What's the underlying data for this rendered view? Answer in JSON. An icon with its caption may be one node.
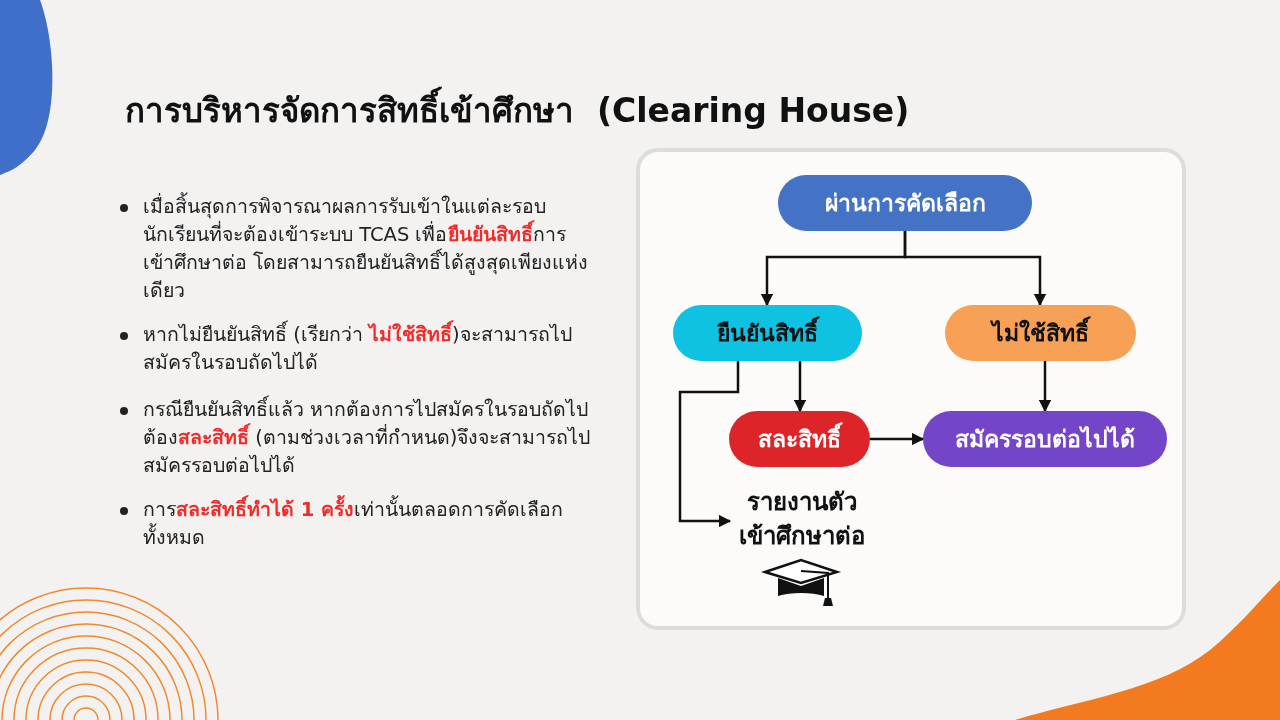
{
  "diagram": {
    "title": "การบริหารจัดการสิทธิ์เข้าศึกษา  (Clearing House)",
    "nodes": [
      {
        "text": [
          "ผ่านการคัดเลือก"
        ]
      },
      {
        "text": [
          "ยืนยันสิทธิ์"
        ]
      },
      {
        "text": [
          "ไม่ใช้สิทธิ์"
        ]
      },
      {
        "text": [
          "สละสิทธิ์"
        ]
      },
      {
        "text": [
          "สมัครรอบต่อไปได้"
        ]
      },
      {
        "text": [
          "รายงานตัวเข้าศึกษาต่อ"
        ]
      }
    ],
    "edges": [
      {
        "from": 0,
        "to": 1,
        "arrow": "to"
      },
      {
        "from": 0,
        "to": 2,
        "arrow": "to"
      },
      {
        "from": 1,
        "to": 3,
        "arrow": "to"
      },
      {
        "from": 1,
        "to": 5,
        "arrow": "to"
      },
      {
        "from": 2,
        "to": 4,
        "arrow": "to"
      },
      {
        "from": 3,
        "to": 4,
        "arrow": "to"
      }
    ],
    "labels": [
      "เมื่อสิ้นสุดการพิจารณาผลการรับเข้าในแต่ละรอบนักเรียนที่จะต้องเข้าระบบ TCAS เพื่อ**ยืนยันสิทธิ์**การเข้าศึกษาต่อ โดยสามารถยืนยันสิทธิ์ได้สูงสุดเพียงแห่งเดียว",
      "หากไม่ยืนยันสิทธิ์ (เรียกว่า **ไม่ใช้สิทธิ์**)จะสามารถไปสมัครในรอบถัดไปได้",
      "กรณียืนยันสิทธิ์แล้ว หากต้องการไปสมัครในรอบถัดไปต้อง**สละสิทธิ์** (ตามช่วงเวลาที่กำหนด)จึงจะสามารถไปสมัครรอบต่อไปได้",
      "การ**สละสิทธิ์ทำได้ 1 ครั้ง**เท่านั้นตลอดการคัดเลือกทั้งหมด"
    ]
  }
}
